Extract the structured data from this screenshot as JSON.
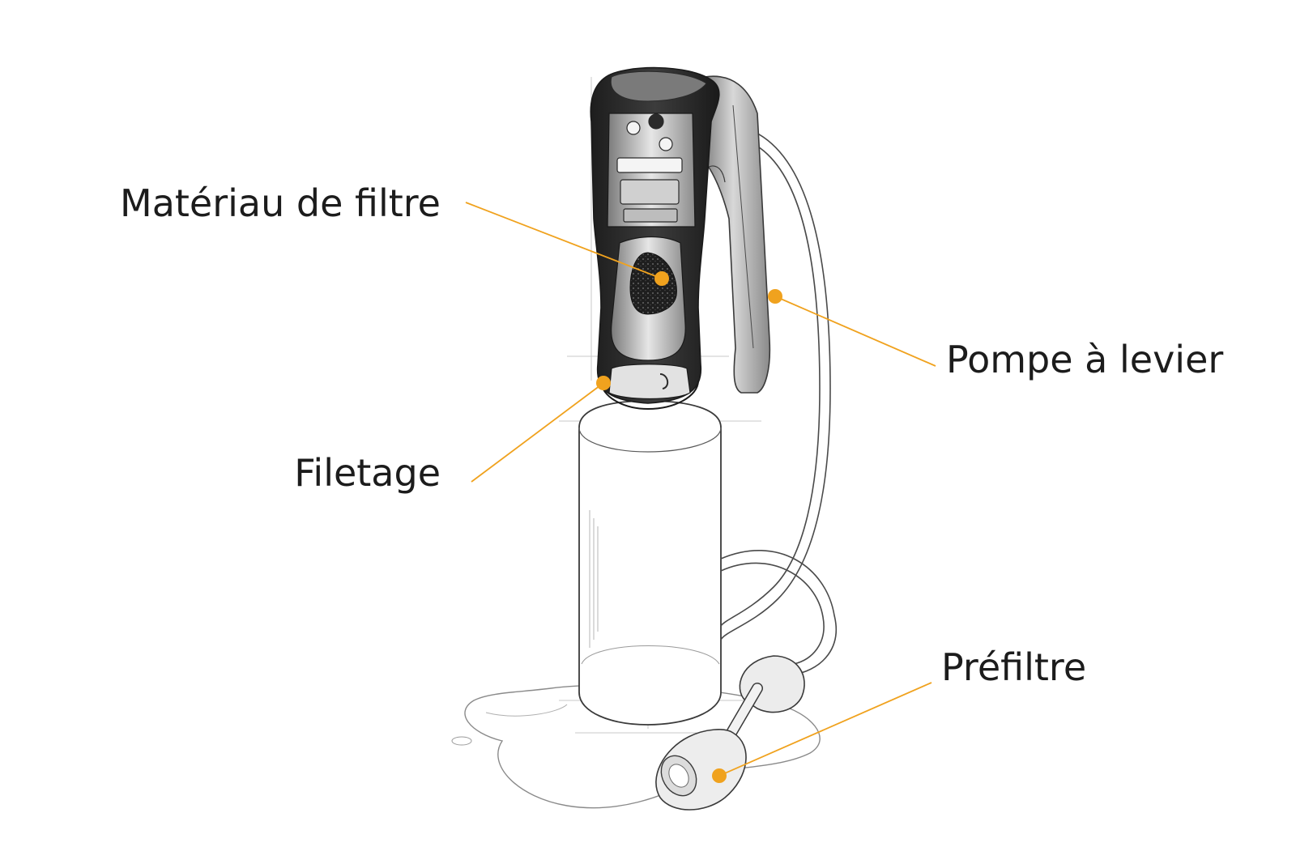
{
  "labels": {
    "filter_material": "Matériau de filtre",
    "pump_lever": "Pompe à levier",
    "thread": "Filetage",
    "prefilter": "Préfiltre"
  },
  "colors": {
    "callout": "#f0a21e",
    "text": "#1c1c1c",
    "sketch": "#3a3a3a",
    "housing_dark": "#2b2b2b"
  }
}
